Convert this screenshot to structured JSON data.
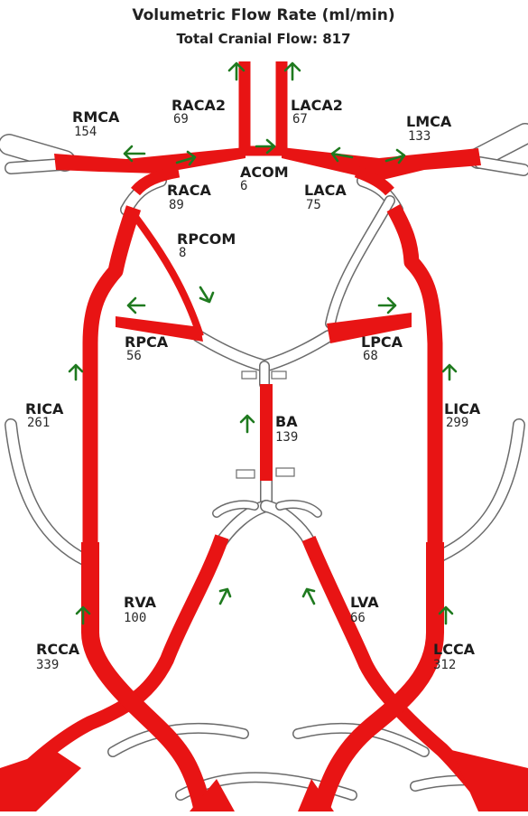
{
  "header": {
    "title": "Volumetric Flow Rate (ml/min)",
    "subtitle": "Total Cranial Flow: 817"
  },
  "colors": {
    "flow": "#e81414",
    "arrow": "#1f7a1f",
    "wall": "#6b6b6b",
    "background": "#ffffff"
  },
  "vessels": {
    "raca2": {
      "name": "RACA2",
      "value": "69"
    },
    "laca2": {
      "name": "LACA2",
      "value": "67"
    },
    "rmca": {
      "name": "RMCA",
      "value": "154"
    },
    "lmca": {
      "name": "LMCA",
      "value": "133"
    },
    "acom": {
      "name": "ACOM",
      "value": "6"
    },
    "raca": {
      "name": "RACA",
      "value": "89"
    },
    "laca": {
      "name": "LACA",
      "value": "75"
    },
    "rpcom": {
      "name": "RPCOM",
      "value": "8"
    },
    "rpca": {
      "name": "RPCA",
      "value": "56"
    },
    "lpca": {
      "name": "LPCA",
      "value": "68"
    },
    "rica": {
      "name": "RICA",
      "value": "261"
    },
    "lica": {
      "name": "LICA",
      "value": "299"
    },
    "ba": {
      "name": "BA",
      "value": "139"
    },
    "rva": {
      "name": "RVA",
      "value": "100"
    },
    "lva": {
      "name": "LVA",
      "value": "66"
    },
    "rcca": {
      "name": "RCCA",
      "value": "339"
    },
    "lcca": {
      "name": "LCCA",
      "value": "312"
    }
  },
  "icons": {
    "flow_direction": "green-arrow-icon"
  }
}
